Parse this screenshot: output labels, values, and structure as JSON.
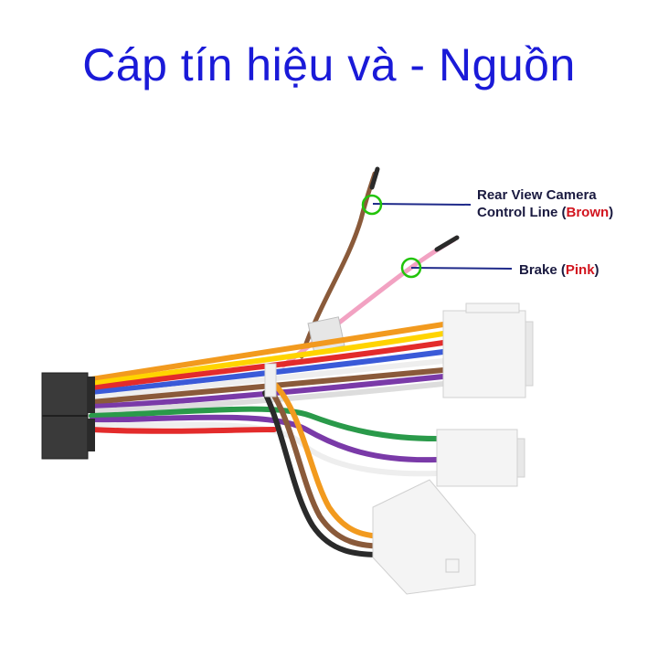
{
  "title": "Cáp tín hiệu và - Nguồn",
  "callouts": {
    "camera": {
      "line1": "Rear View Camera",
      "line2_prefix": "Control Line (",
      "color_word": "Brown",
      "suffix": ")"
    },
    "brake": {
      "prefix": "Brake (",
      "color_word": "Pink",
      "suffix": ")"
    }
  },
  "colors": {
    "title": "#1a1ad8",
    "callout_text": "#1a1a40",
    "callout_color_word": "#d2141e",
    "callout_line": "#1f2a8a",
    "highlight_circle": "#22c40a",
    "connector_black": "#3a3a3a",
    "connector_white": "#f4f4f4"
  }
}
